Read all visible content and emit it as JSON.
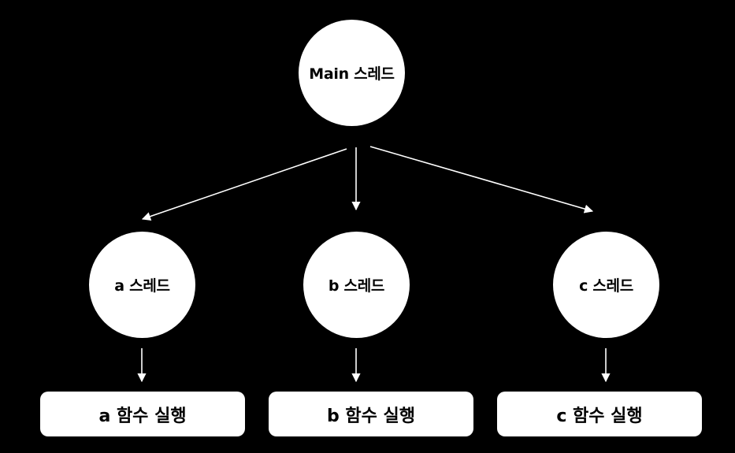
{
  "nodes": {
    "main": "Main 스레드",
    "a": "a 스레드",
    "b": "b 스레드",
    "c": "c 스레드"
  },
  "actions": {
    "a": "a 함수 실행",
    "b": "b 함수 실행",
    "c": "c 함수 실행"
  },
  "colors": {
    "background": "#000000",
    "shape_fill": "#ffffff",
    "text": "#000000",
    "connector": "#ffffff"
  }
}
